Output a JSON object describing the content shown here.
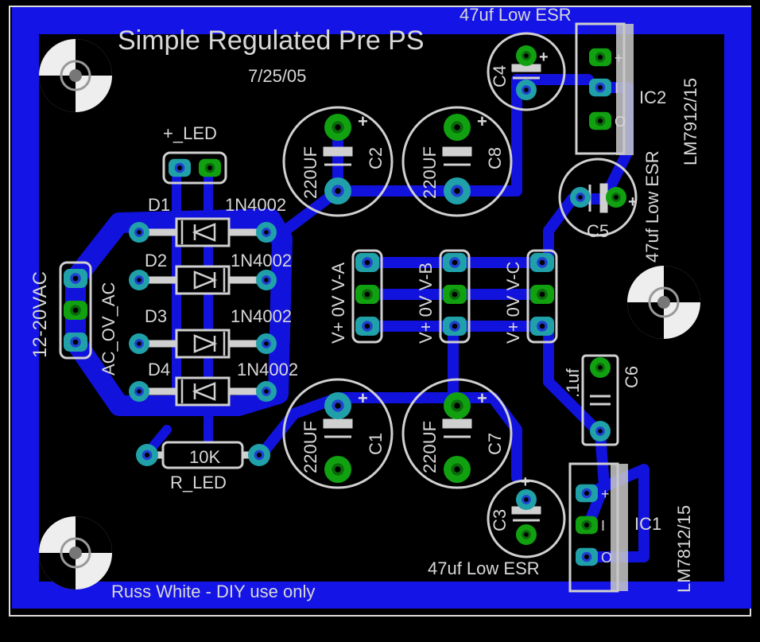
{
  "board": {
    "title": "Simple Regulated Pre PS",
    "date": "7/25/05",
    "author": "Russ White - DIY use only",
    "colors": {
      "background": "#000000",
      "copper": "#1010e0",
      "pad_outer": "#20a0a8",
      "pad_green": "#10a010",
      "silkscreen": "#d0d0d0"
    }
  },
  "labels": {
    "led_plus": "+_LED",
    "ac_in": "12-20VAC",
    "ac_pins": "AC_OV_AC",
    "d1": "D1",
    "d2": "D2",
    "d3": "D3",
    "d4": "D4",
    "diode_part": "1N4002",
    "r_value": "10K",
    "r_name": "R_LED",
    "c2": "C2",
    "c8": "C8",
    "c1": "C1",
    "c7": "C7",
    "cap_220": "220UF",
    "c4": "C4",
    "c3": "C3",
    "c5": "C5",
    "c6": "C6",
    "low_esr": "47uf Low ESR",
    "c6_value": ".1uf",
    "ic2": "IC2",
    "ic2_part": "LM7912/15",
    "ic1": "IC1",
    "ic1_part": "LM7812/15",
    "out_a": "V+ 0V V-A",
    "out_b": "V+ 0V V-B",
    "out_c": "V+ 0V V-C",
    "pin_labels": [
      "+",
      "I",
      "O"
    ]
  }
}
